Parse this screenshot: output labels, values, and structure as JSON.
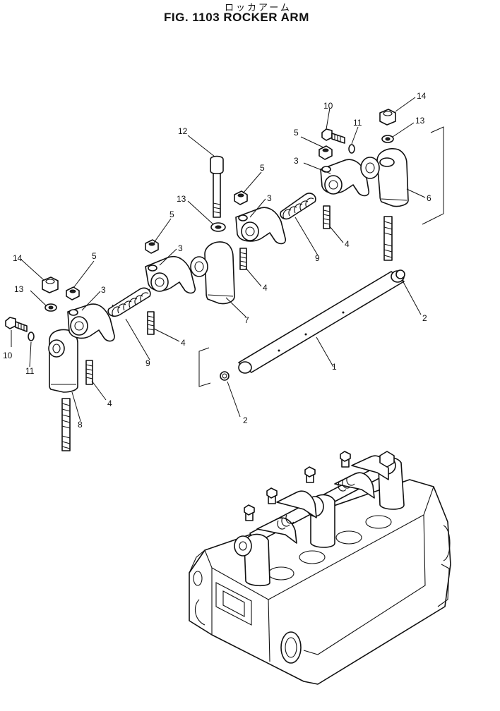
{
  "header": {
    "title_jp": "ロッカアーム",
    "title_en": "FIG. 1103  ROCKER ARM"
  },
  "diagram": {
    "callouts": [
      {
        "id": "c1",
        "label": "1"
      },
      {
        "id": "c2a",
        "label": "2"
      },
      {
        "id": "c2b",
        "label": "2"
      },
      {
        "id": "c3a",
        "label": "3"
      },
      {
        "id": "c3b",
        "label": "3"
      },
      {
        "id": "c3c",
        "label": "3"
      },
      {
        "id": "c3d",
        "label": "3"
      },
      {
        "id": "c4a",
        "label": "4"
      },
      {
        "id": "c4b",
        "label": "4"
      },
      {
        "id": "c4c",
        "label": "4"
      },
      {
        "id": "c4d",
        "label": "4"
      },
      {
        "id": "c5a",
        "label": "5"
      },
      {
        "id": "c5b",
        "label": "5"
      },
      {
        "id": "c5c",
        "label": "5"
      },
      {
        "id": "c5d",
        "label": "5"
      },
      {
        "id": "c6",
        "label": "6"
      },
      {
        "id": "c7",
        "label": "7"
      },
      {
        "id": "c8",
        "label": "8"
      },
      {
        "id": "c9a",
        "label": "9"
      },
      {
        "id": "c9b",
        "label": "9"
      },
      {
        "id": "c10a",
        "label": "10"
      },
      {
        "id": "c10b",
        "label": "10"
      },
      {
        "id": "c11a",
        "label": "11"
      },
      {
        "id": "c11b",
        "label": "11"
      },
      {
        "id": "c12",
        "label": "12"
      },
      {
        "id": "c13a",
        "label": "13"
      },
      {
        "id": "c13b",
        "label": "13"
      },
      {
        "id": "c13c",
        "label": "13"
      },
      {
        "id": "c14a",
        "label": "14"
      },
      {
        "id": "c14b",
        "label": "14"
      }
    ]
  }
}
